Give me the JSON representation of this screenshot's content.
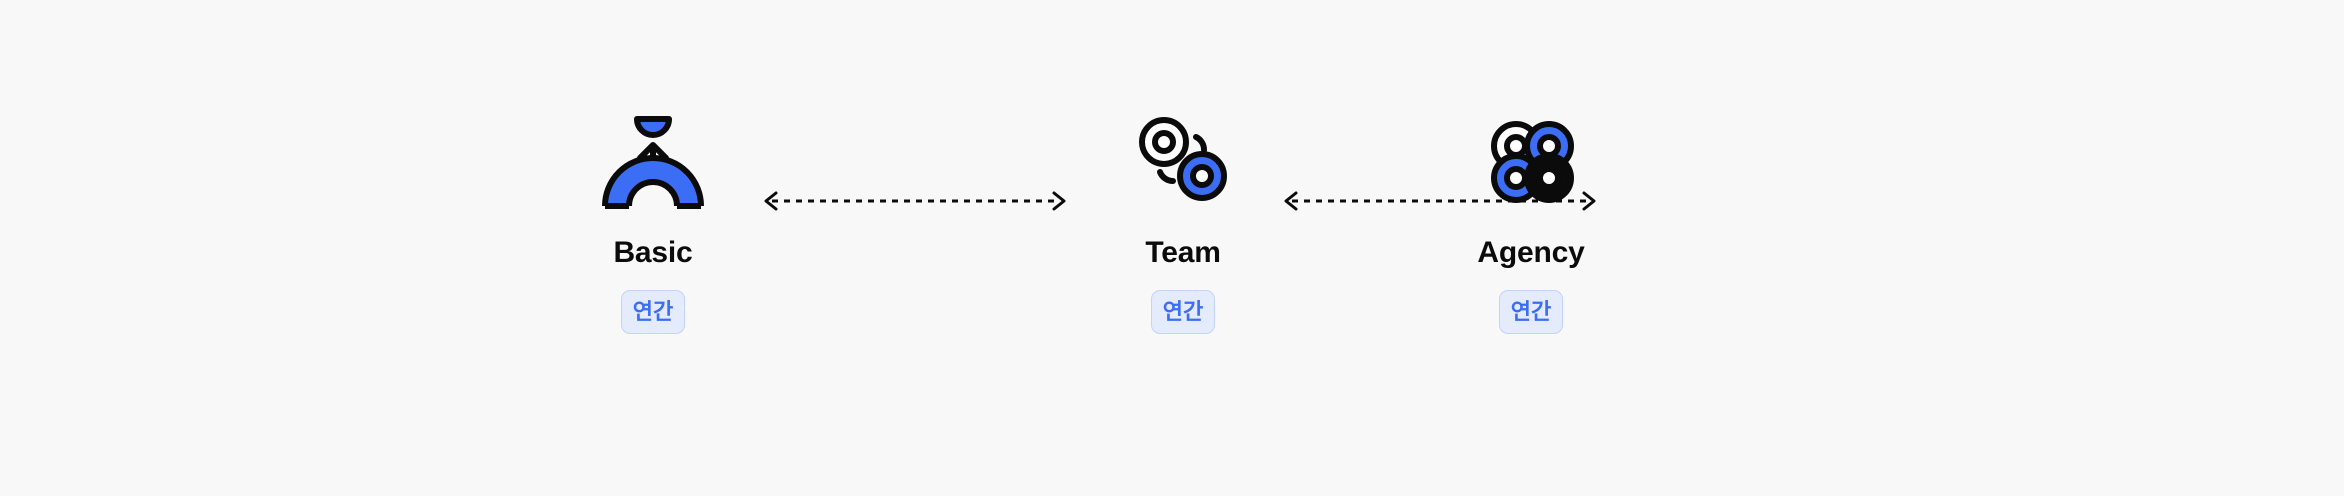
{
  "canvas": {
    "background": "#f8f8f8",
    "accent_blue": "#3b6ef5",
    "ink": "#0b0b0b",
    "badge_bg": "#e4ebfd",
    "badge_border": "#c3d3fb",
    "badge_text_color": "#3b6ef5"
  },
  "plans": [
    {
      "id": "basic",
      "name": "Basic",
      "badge": "연간",
      "icon": "basic-upgrade-arch-icon"
    },
    {
      "id": "team",
      "name": "Team",
      "badge": "연간",
      "icon": "team-two-rings-icon"
    },
    {
      "id": "agency",
      "name": "Agency",
      "badge": "연간",
      "icon": "agency-four-rings-icon"
    }
  ],
  "connectors": [
    {
      "id": "basic-to-team",
      "icon": "double-headed-dashed-arrow-icon"
    },
    {
      "id": "team-to-agency",
      "icon": "double-headed-dashed-arrow-icon"
    }
  ]
}
